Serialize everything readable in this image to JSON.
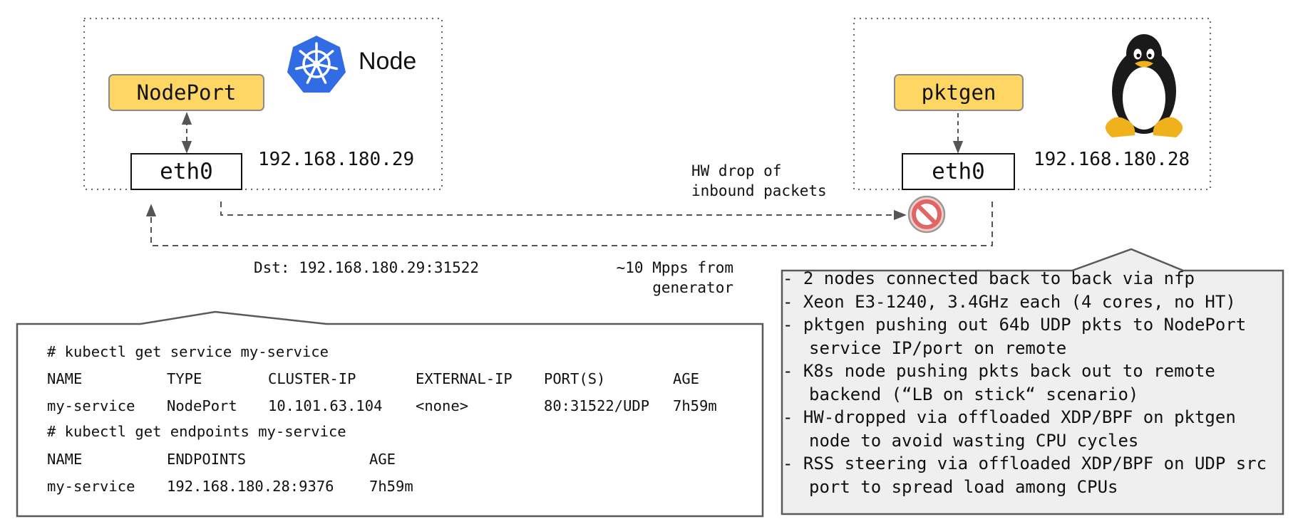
{
  "node_k8s": {
    "title": "Node",
    "app_label": "NodePort",
    "iface": "eth0",
    "ip": "192.168.180.29"
  },
  "node_gen": {
    "app_label": "pktgen",
    "iface": "eth0",
    "ip": "192.168.180.28"
  },
  "flow": {
    "dst_label": "Dst: 192.168.180.29:31522",
    "rate_line1": "~10 Mpps from",
    "rate_line2": "generator",
    "drop_line1": "HW drop of",
    "drop_line2": "inbound packets"
  },
  "icons": {
    "kubernetes": "kubernetes-logo-icon",
    "linux": "tux-penguin-icon",
    "drop": "prohibited-icon"
  },
  "kubectl": {
    "cmd1": "# kubectl get service my-service",
    "svc_headers": [
      "NAME",
      "TYPE",
      "CLUSTER-IP",
      "EXTERNAL-IP",
      "PORT(S)",
      "AGE"
    ],
    "svc_row": [
      "my-service",
      "NodePort",
      "10.101.63.104",
      "<none>",
      "80:31522/UDP",
      "7h59m"
    ],
    "cmd2": "# kubectl get endpoints my-service",
    "ep_headers": [
      "NAME",
      "ENDPOINTS",
      "AGE"
    ],
    "ep_row": [
      "my-service",
      "192.168.180.28:9376",
      "7h59m"
    ]
  },
  "notes": [
    "2 nodes connected back to back via nfp",
    "Xeon E3-1240, 3.4GHz each (4 cores, no HT)",
    "pktgen pushing out 64b UDP pkts to NodePort service IP/port on remote",
    "K8s node pushing pkts back out to remote backend (“LB on stick“ scenario)",
    "HW-dropped via offloaded XDP/BPF on pktgen node to avoid wasting CPU cycles",
    "RSS steering via offloaded XDP/BPF on UDP src port to spread load among CPUs"
  ],
  "colors": {
    "app_box": "#fdd663",
    "callout_fill": "#efefef",
    "kubernetes_blue": "#326ce5",
    "drop_red": "#e06666"
  }
}
